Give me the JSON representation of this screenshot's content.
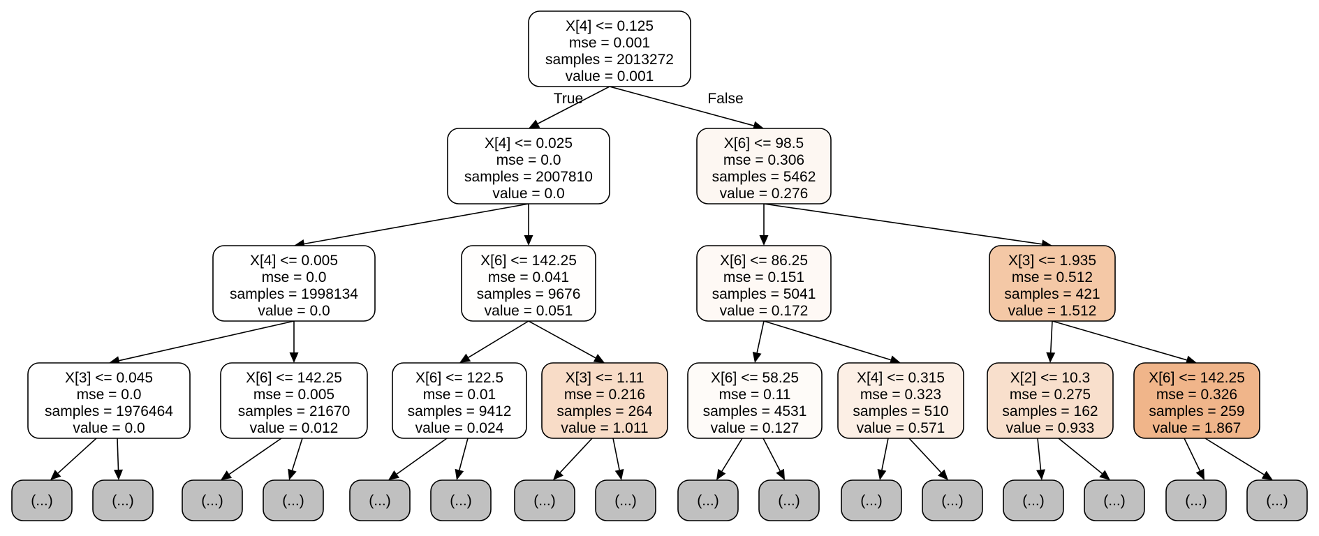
{
  "edge_labels": {
    "true_label": "True",
    "false_label": "False"
  },
  "nodes": [
    {
      "id": "n0",
      "lines": [
        "X[4] <= 0.125",
        "mse = 0.001",
        "samples = 2013272",
        "value = 0.001"
      ],
      "fill": "#ffffff"
    },
    {
      "id": "n1",
      "lines": [
        "X[4] <= 0.025",
        "mse = 0.0",
        "samples = 2007810",
        "value = 0.0"
      ],
      "fill": "#ffffff"
    },
    {
      "id": "n2",
      "lines": [
        "X[6] <= 98.5",
        "mse = 0.306",
        "samples = 5462",
        "value = 0.276"
      ],
      "fill": "#fdf7f2"
    },
    {
      "id": "n3",
      "lines": [
        "X[4] <= 0.005",
        "mse = 0.0",
        "samples = 1998134",
        "value = 0.0"
      ],
      "fill": "#ffffff"
    },
    {
      "id": "n4",
      "lines": [
        "X[6] <= 142.25",
        "mse = 0.041",
        "samples = 9676",
        "value = 0.051"
      ],
      "fill": "#fffefd"
    },
    {
      "id": "n5",
      "lines": [
        "X[6] <= 86.25",
        "mse = 0.151",
        "samples = 5041",
        "value = 0.172"
      ],
      "fill": "#fef9f5"
    },
    {
      "id": "n6",
      "lines": [
        "X[3] <= 1.935",
        "mse = 0.512",
        "samples = 421",
        "value = 1.512"
      ],
      "fill": "#f4c8a6"
    },
    {
      "id": "n7",
      "lines": [
        "X[3] <= 0.045",
        "mse = 0.0",
        "samples = 1976464",
        "value = 0.0"
      ],
      "fill": "#ffffff"
    },
    {
      "id": "n8",
      "lines": [
        "X[6] <= 142.25",
        "mse = 0.005",
        "samples = 21670",
        "value = 0.012"
      ],
      "fill": "#ffffff"
    },
    {
      "id": "n9",
      "lines": [
        "X[6] <= 122.5",
        "mse = 0.01",
        "samples = 9412",
        "value = 0.024"
      ],
      "fill": "#ffffff"
    },
    {
      "id": "n10",
      "lines": [
        "X[3] <= 1.11",
        "mse = 0.216",
        "samples = 264",
        "value = 1.011"
      ],
      "fill": "#f8dcc7"
    },
    {
      "id": "n11",
      "lines": [
        "X[6] <= 58.25",
        "mse = 0.11",
        "samples = 4531",
        "value = 0.127"
      ],
      "fill": "#fefbf8"
    },
    {
      "id": "n12",
      "lines": [
        "X[4] <= 0.315",
        "mse = 0.323",
        "samples = 510",
        "value = 0.571"
      ],
      "fill": "#fcefe5"
    },
    {
      "id": "n13",
      "lines": [
        "X[2] <= 10.3",
        "mse = 0.275",
        "samples = 162",
        "value = 0.933"
      ],
      "fill": "#f8dfcc"
    },
    {
      "id": "n14",
      "lines": [
        "X[6] <= 142.25",
        "mse = 0.326",
        "samples = 259",
        "value = 1.867"
      ],
      "fill": "#f0b58a"
    }
  ],
  "truncated_label": "(...)",
  "truncated_fill": "#c0c0c0",
  "edge_color": "#000000",
  "node_border": "#000000"
}
